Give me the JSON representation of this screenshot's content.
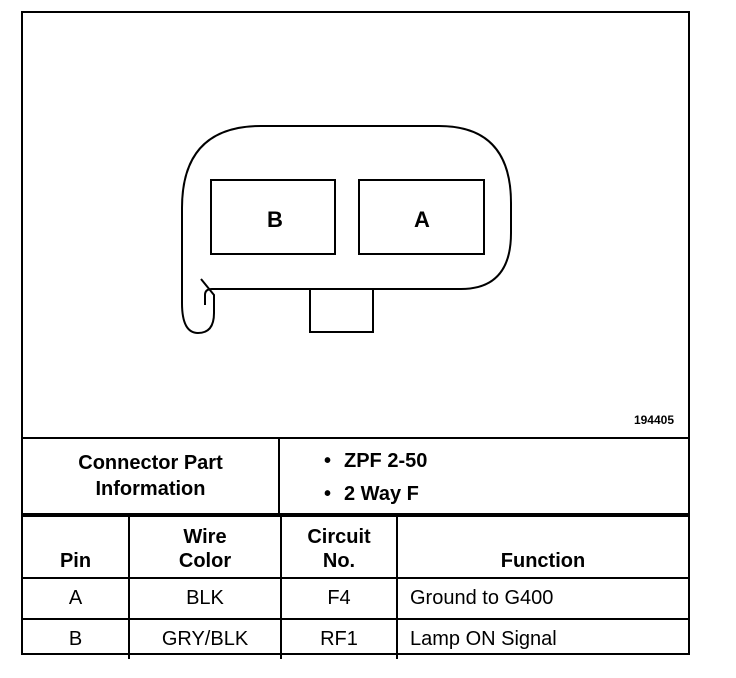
{
  "figure_id": "194405",
  "connector": {
    "cavities": [
      {
        "label": "B"
      },
      {
        "label": "A"
      }
    ]
  },
  "part_info": {
    "title_line1": "Connector Part",
    "title_line2": "Information",
    "items": [
      {
        "bullet": "•",
        "text": "ZPF 2-50"
      },
      {
        "bullet": "•",
        "text": "2 Way F"
      }
    ]
  },
  "table": {
    "headers": {
      "pin": "Pin",
      "wire_color_line1": "Wire",
      "wire_color_line2": "Color",
      "circuit_line1": "Circuit",
      "circuit_line2": "No.",
      "function": "Function"
    },
    "rows": [
      {
        "pin": "A",
        "wire_color": "BLK",
        "circuit": "F4",
        "function": "Ground to G400"
      },
      {
        "pin": "B",
        "wire_color": "GRY/BLK",
        "circuit": "RF1",
        "function": "Lamp ON Signal"
      }
    ]
  }
}
